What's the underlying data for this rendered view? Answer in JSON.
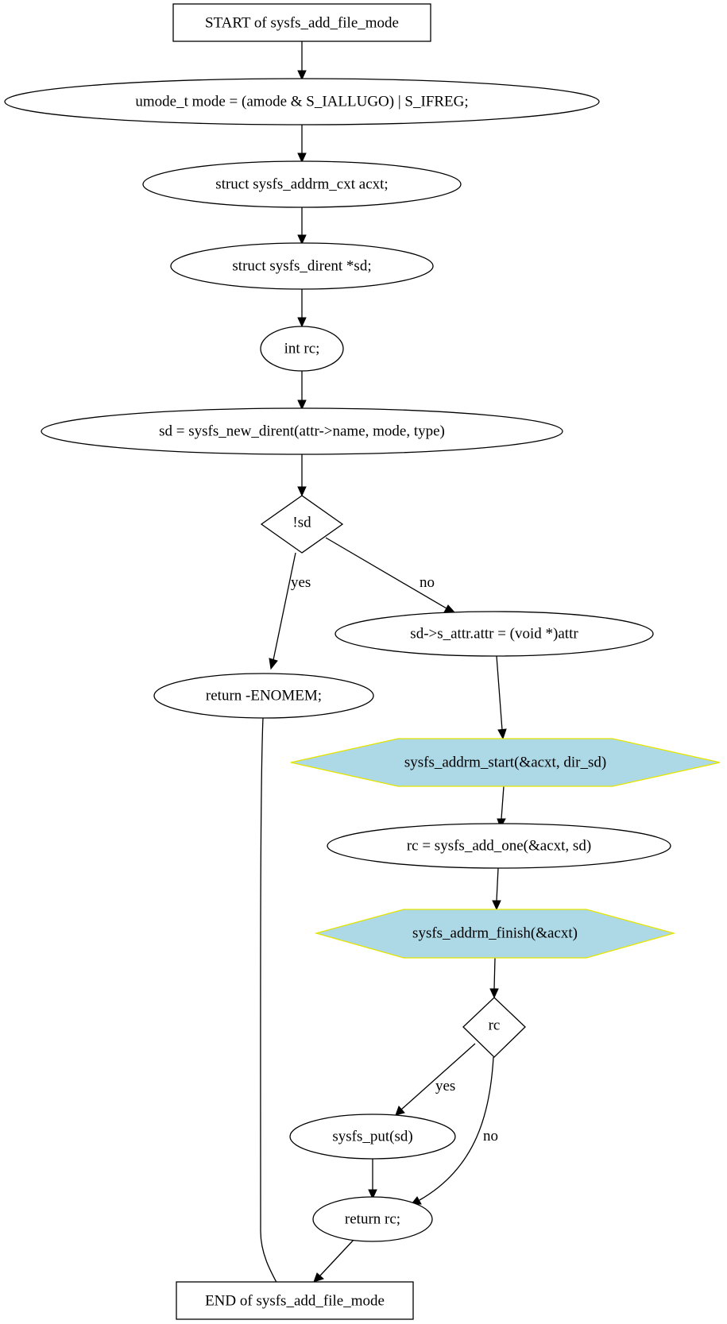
{
  "diagram": {
    "nodes": [
      {
        "id": "start",
        "shape": "box",
        "label": "START of sysfs_add_file_mode"
      },
      {
        "id": "n1",
        "shape": "ellipse",
        "label": "umode_t mode = (amode & S_IALLUGO) | S_IFREG;"
      },
      {
        "id": "n2",
        "shape": "ellipse",
        "label": "struct sysfs_addrm_cxt acxt;"
      },
      {
        "id": "n3",
        "shape": "ellipse",
        "label": "struct sysfs_dirent *sd;"
      },
      {
        "id": "n4",
        "shape": "ellipse",
        "label": "int rc;"
      },
      {
        "id": "n5",
        "shape": "ellipse",
        "label": "sd = sysfs_new_dirent(attr->name, mode, type)"
      },
      {
        "id": "d1",
        "shape": "diamond",
        "label": "!sd"
      },
      {
        "id": "n6",
        "shape": "ellipse",
        "label": "return -ENOMEM;"
      },
      {
        "id": "n7",
        "shape": "ellipse",
        "label": "sd->s_attr.attr = (void *)attr"
      },
      {
        "id": "h1",
        "shape": "hexagon",
        "label": "sysfs_addrm_start(&acxt, dir_sd)"
      },
      {
        "id": "n8",
        "shape": "ellipse",
        "label": "rc = sysfs_add_one(&acxt, sd)"
      },
      {
        "id": "h2",
        "shape": "hexagon",
        "label": "sysfs_addrm_finish(&acxt)"
      },
      {
        "id": "d2",
        "shape": "diamond",
        "label": "rc"
      },
      {
        "id": "n9",
        "shape": "ellipse",
        "label": "sysfs_put(sd)"
      },
      {
        "id": "n10",
        "shape": "ellipse",
        "label": "return rc;"
      },
      {
        "id": "end",
        "shape": "box",
        "label": "END of sysfs_add_file_mode"
      }
    ],
    "edges": [
      {
        "id": "e1",
        "from": "start",
        "to": "n1",
        "label": ""
      },
      {
        "id": "e2",
        "from": "n1",
        "to": "n2",
        "label": ""
      },
      {
        "id": "e3",
        "from": "n2",
        "to": "n3",
        "label": ""
      },
      {
        "id": "e4",
        "from": "n3",
        "to": "n4",
        "label": ""
      },
      {
        "id": "e5",
        "from": "n4",
        "to": "n5",
        "label": ""
      },
      {
        "id": "e6",
        "from": "n5",
        "to": "d1",
        "label": ""
      },
      {
        "id": "e7",
        "from": "d1",
        "to": "n6",
        "label": "yes"
      },
      {
        "id": "e8",
        "from": "d1",
        "to": "n7",
        "label": "no"
      },
      {
        "id": "e9",
        "from": "n6",
        "to": "end",
        "label": ""
      },
      {
        "id": "e10",
        "from": "n7",
        "to": "h1",
        "label": ""
      },
      {
        "id": "e11",
        "from": "h1",
        "to": "n8",
        "label": ""
      },
      {
        "id": "e12",
        "from": "n8",
        "to": "h2",
        "label": ""
      },
      {
        "id": "e13",
        "from": "h2",
        "to": "d2",
        "label": ""
      },
      {
        "id": "e14",
        "from": "d2",
        "to": "n9",
        "label": "yes"
      },
      {
        "id": "e15",
        "from": "d2",
        "to": "n10",
        "label": "no"
      },
      {
        "id": "e16",
        "from": "n9",
        "to": "n10",
        "label": ""
      },
      {
        "id": "e17",
        "from": "n10",
        "to": "end",
        "label": ""
      }
    ]
  },
  "colors": {
    "hexagon_fill": "#add8e6",
    "hexagon_stroke": "#e5e500",
    "stroke": "#000000",
    "background": "#ffffff"
  }
}
